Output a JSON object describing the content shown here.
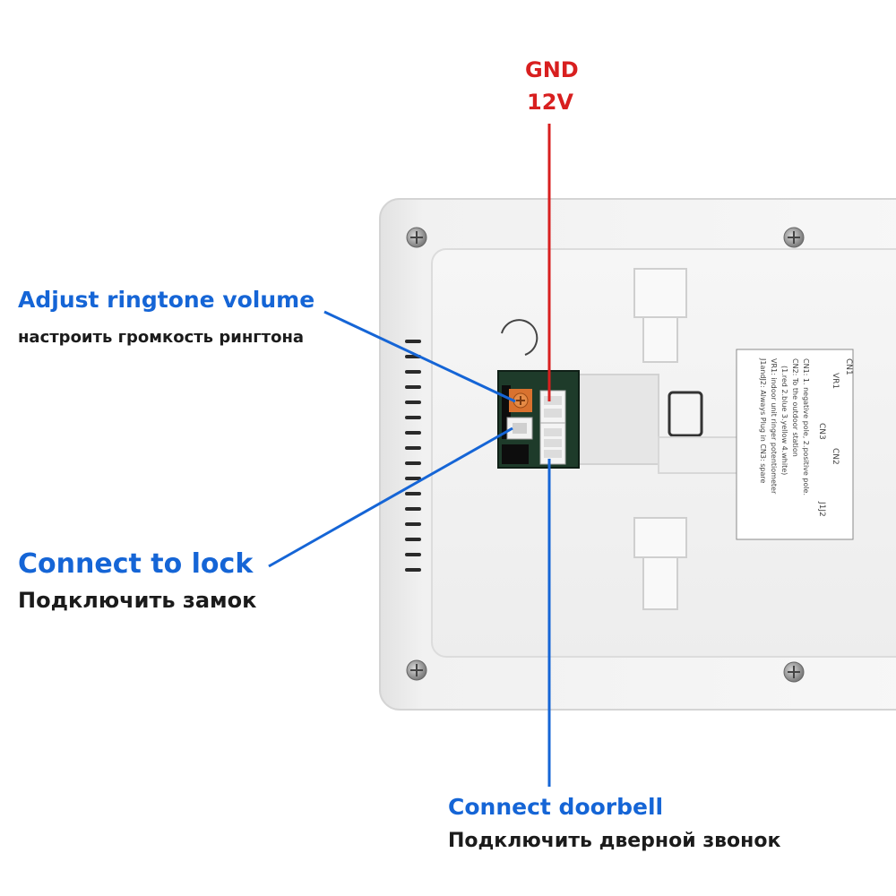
{
  "power": {
    "gnd": "GND",
    "v12": "12V"
  },
  "callouts": {
    "ringtone": {
      "en": "Adjust ringtone volume",
      "ru": "настроить громкость рингтона"
    },
    "lock": {
      "en": "Connect to lock",
      "ru": "Подключить замок"
    },
    "doorbell": {
      "en": "Connect doorbell",
      "ru": "Подключить дверной звонок"
    }
  },
  "sticker": {
    "header_cn1": "CN1",
    "header_cn2": "CN2",
    "row_vr1": "VR1",
    "row_cn3": "CN3",
    "row_j": "J1J2",
    "lines": [
      "CN1: 1. negative pole, 2.positive pole.",
      "CN2: To the outdoor station",
      "(1.red 2.blue 3.yellow 4.white)",
      "VR1: indoor unit ringer potentiometer",
      "J1andJ2: Always Plug in    CN3: spare"
    ]
  },
  "colors": {
    "english_label": "#1565d6",
    "russian_label": "#1b1b1b",
    "power_label": "#d81f1f",
    "leader_blue": "#1565d6",
    "leader_red": "#d81f1f"
  }
}
